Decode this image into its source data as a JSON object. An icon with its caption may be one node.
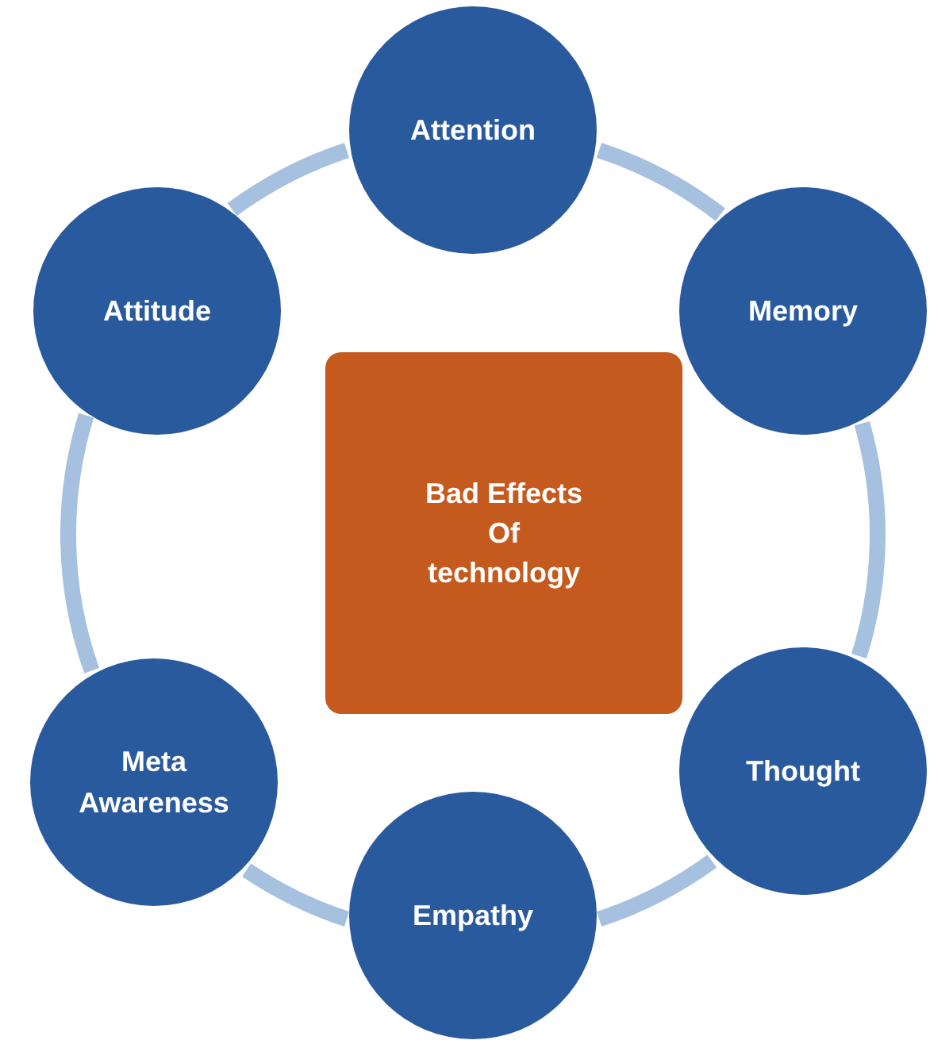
{
  "diagram": {
    "nodes": [
      {
        "text": [
          "Attention"
        ]
      },
      {
        "text": [
          "Memory"
        ]
      },
      {
        "text": [
          "Thought"
        ]
      },
      {
        "text": [
          "Empathy"
        ]
      },
      {
        "text": [
          "Meta Awareness"
        ]
      },
      {
        "text": [
          "Attitude"
        ]
      },
      {
        "text": [
          "Bad Effects Of technology"
        ]
      }
    ],
    "edges": [
      {
        "from": 0,
        "to": 1,
        "arrow": "none"
      },
      {
        "from": 1,
        "to": 2,
        "arrow": "none"
      },
      {
        "from": 2,
        "to": 3,
        "arrow": "none"
      },
      {
        "from": 3,
        "to": 4,
        "arrow": "none"
      },
      {
        "from": 4,
        "to": 5,
        "arrow": "none"
      },
      {
        "from": 5,
        "to": 0,
        "arrow": "none"
      }
    ]
  }
}
